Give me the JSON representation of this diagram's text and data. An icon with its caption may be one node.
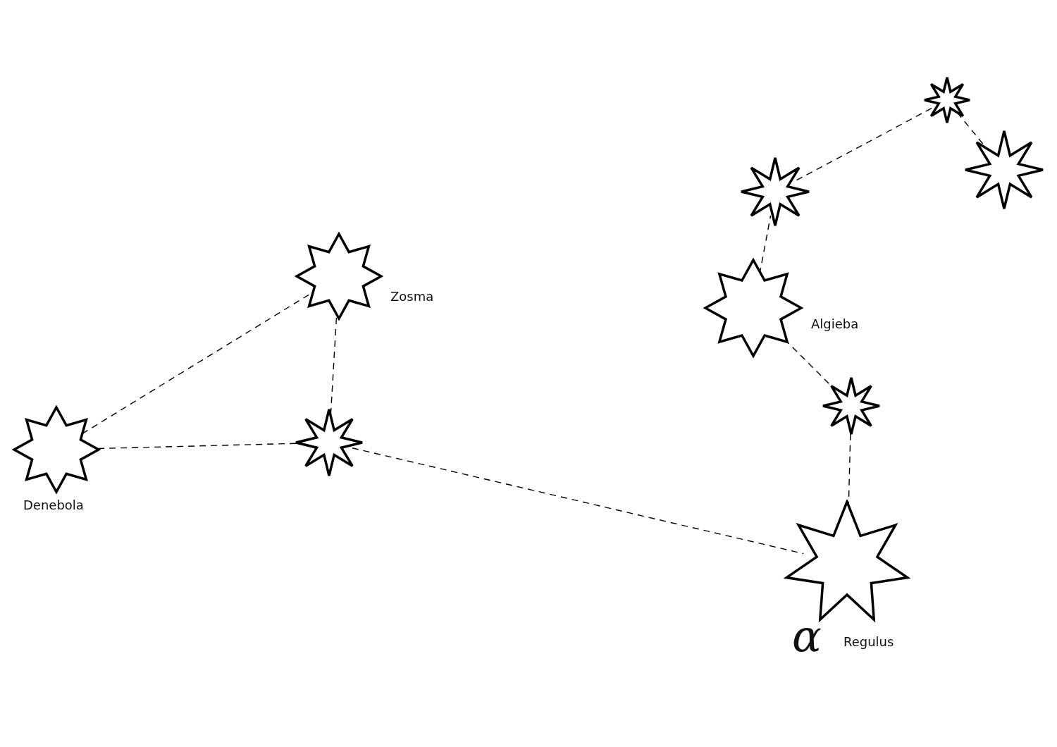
{
  "diagram": {
    "nodes": [
      {
        "text": [],
        "shape": "star",
        "beside": [
          "Denebola"
        ]
      },
      {
        "text": [],
        "shape": "star",
        "beside": [
          "Zosma"
        ]
      },
      {
        "text": [],
        "shape": "star"
      },
      {
        "text": [],
        "shape": "star",
        "beside": [
          "α",
          "Regulus"
        ]
      },
      {
        "text": [],
        "shape": "star",
        "beside": [
          "Algieba"
        ]
      },
      {
        "text": [],
        "shape": "star"
      },
      {
        "text": [],
        "shape": "star"
      },
      {
        "text": [],
        "shape": "star"
      },
      {
        "text": [],
        "shape": "star"
      }
    ],
    "edges": [
      {
        "from": 0,
        "to": 1,
        "arrow": "none",
        "style": "dashed"
      },
      {
        "from": 0,
        "to": 2,
        "arrow": "none",
        "style": "dashed"
      },
      {
        "from": 1,
        "to": 2,
        "arrow": "none",
        "style": "dashed"
      },
      {
        "from": 2,
        "to": 3,
        "arrow": "none",
        "style": "dashed"
      },
      {
        "from": 3,
        "to": 5,
        "arrow": "none",
        "style": "dashed"
      },
      {
        "from": 5,
        "to": 4,
        "arrow": "none",
        "style": "dashed"
      },
      {
        "from": 4,
        "to": 6,
        "arrow": "none",
        "style": "dashed"
      },
      {
        "from": 6,
        "to": 7,
        "arrow": "none",
        "style": "dashed"
      },
      {
        "from": 7,
        "to": 8,
        "arrow": "none",
        "style": "dashed"
      }
    ]
  }
}
